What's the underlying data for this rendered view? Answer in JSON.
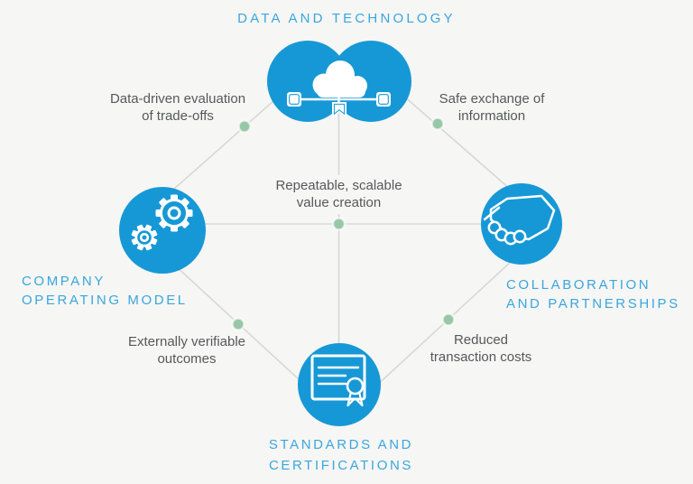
{
  "diagram": {
    "center_message": {
      "line1": "Repeatable, scalable",
      "line2": "value creation"
    },
    "nodes": {
      "top": {
        "label": "DATA AND TECHNOLOGY",
        "icon": "cloud-network-icon"
      },
      "left": {
        "label_line1": "COMPANY",
        "label_line2": "OPERATING MODEL",
        "icon": "gears-icon"
      },
      "right": {
        "label_line1": "COLLABORATION",
        "label_line2": "AND PARTNERSHIPS",
        "icon": "handshake-icon"
      },
      "bottom": {
        "label_line1": "STANDARDS AND",
        "label_line2": "CERTIFICATIONS",
        "icon": "certificate-icon"
      }
    },
    "edge_labels": {
      "top_left": {
        "line1": "Data-driven evaluation",
        "line2": "of trade-offs"
      },
      "top_right": {
        "line1": "Safe exchange of",
        "line2": "information"
      },
      "bottom_left": {
        "line1": "Externally verifiable",
        "line2": "outcomes"
      },
      "bottom_right": {
        "line1": "Reduced",
        "line2": "transaction costs"
      }
    },
    "colors": {
      "node_blue": "#1798d6",
      "heading_blue": "#3aa6de",
      "body_text_gray": "#57585c",
      "connector_gray": "#d8d8d6",
      "dot_green": "#98c7a8",
      "background": "#f6f6f4"
    }
  }
}
